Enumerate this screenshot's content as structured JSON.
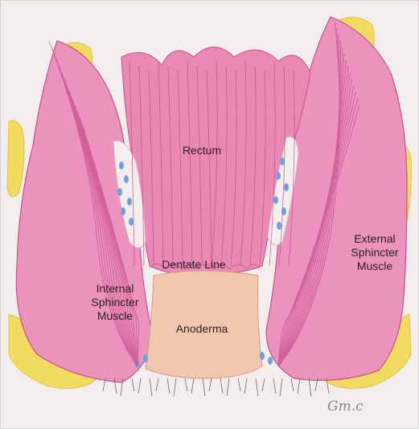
{
  "labels": {
    "rectum": "Rectum",
    "dentate_line": "Dentate Line",
    "internal_sphincter": [
      "Internal",
      "Sphincter",
      "Muscle"
    ],
    "anoderma": "Anoderma",
    "external_sphincter": [
      "External",
      "Sphincter",
      "Muscle"
    ]
  },
  "signature": "Gm.c",
  "colors": {
    "background": "#f3eeed",
    "muscle": "#e77fb0",
    "muscle_dark": "#c94f8c",
    "fat": "#f1dc5f",
    "anoderma": "#f0c7ae",
    "veins": "#6fa3d8"
  }
}
